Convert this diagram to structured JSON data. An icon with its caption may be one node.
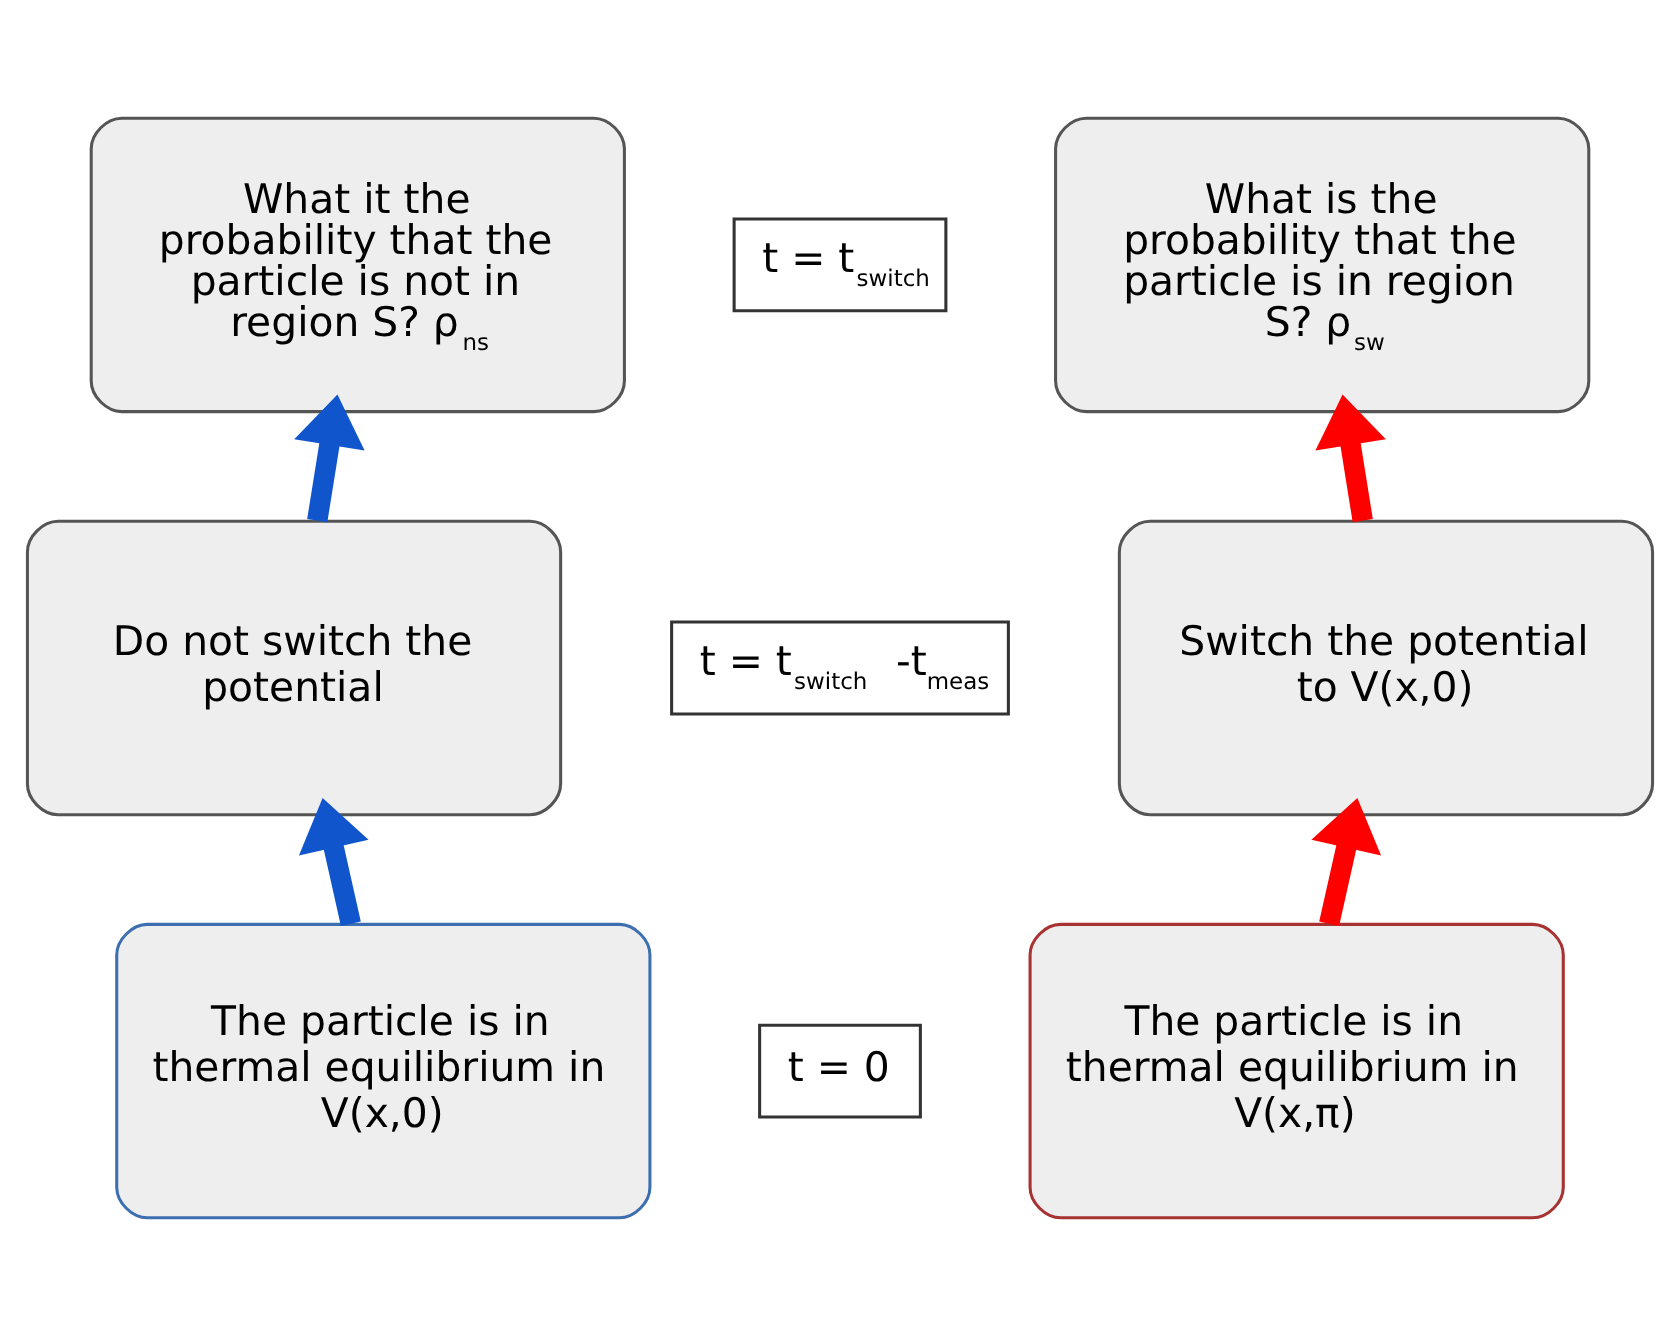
{
  "diagram": {
    "nodes": [
      {
        "text": [
          "What it the probability that the particle is not in region S? ρ$_{ns}$"
        ]
      },
      {
        "text": [
          "t = t$_{switch}$"
        ]
      },
      {
        "text": [
          "What is the probability that the particle is in region S? ρ$_{sw}$"
        ]
      },
      {
        "text": [
          "Do not switch the potential"
        ]
      },
      {
        "text": [
          "t = t$_{switch}$ -t$_{meas}$"
        ]
      },
      {
        "text": [
          "Switch the potential to V(x,0)"
        ]
      },
      {
        "text": [
          "The particle is in thermal equilibrium in V(x,0)"
        ]
      },
      {
        "text": [
          "t = 0"
        ]
      },
      {
        "text": [
          "The particle is in thermal equilibrium in V(x,π)"
        ]
      }
    ],
    "edges": [
      {
        "from": 6,
        "to": 3,
        "arrow": "to",
        "color": "#1155cc"
      },
      {
        "from": 3,
        "to": 0,
        "arrow": "to",
        "color": "#1155cc"
      },
      {
        "from": 8,
        "to": 5,
        "arrow": "to",
        "color": "#ff0000"
      },
      {
        "from": 5,
        "to": 2,
        "arrow": "to",
        "color": "#ff0000"
      }
    ]
  }
}
